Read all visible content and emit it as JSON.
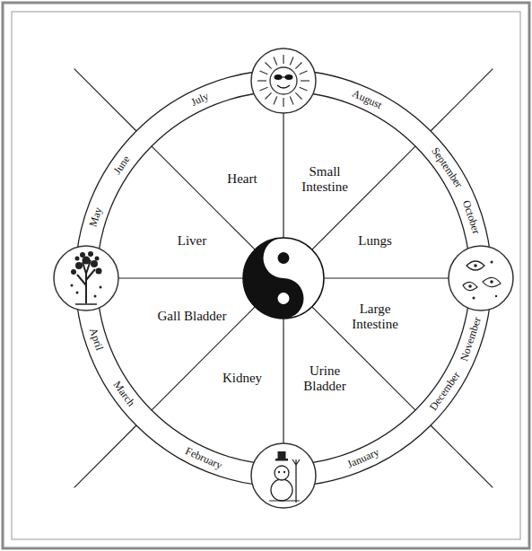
{
  "diagram": {
    "labels": [
      "July",
      "August",
      "September",
      "October",
      "November",
      "December",
      "January",
      "February",
      "March",
      "April",
      "May",
      "June",
      "Heart",
      "Small Intestine",
      "Lungs",
      "Large Intestine",
      "Urine Bladder",
      "Kidney",
      "Gall Bladder",
      "Liver"
    ]
  }
}
